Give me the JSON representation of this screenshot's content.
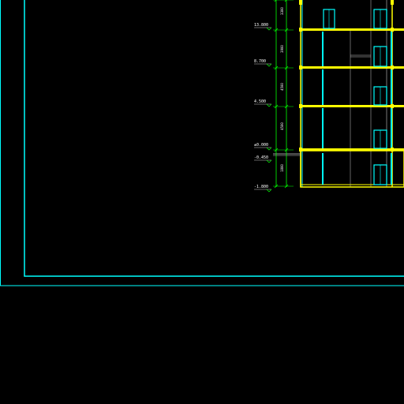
{
  "colors": {
    "background": "#000000",
    "frame": "#00ffff",
    "slab": "#ffff00",
    "grid": "#00ff00",
    "text": "#ffffff",
    "thin": "#c8c8c8"
  },
  "elevation_marks": [
    {
      "label": "13.800"
    },
    {
      "label": "8.700"
    },
    {
      "label": "4.500"
    },
    {
      "label": "±0.000"
    },
    {
      "label": "-0.450"
    },
    {
      "label": "-1.800"
    }
  ],
  "dimensions": [
    "3300",
    "3900",
    "4500",
    "4500",
    "1800"
  ],
  "floor_levels_mm": [
    13800,
    8700,
    4500,
    0,
    -1800
  ]
}
